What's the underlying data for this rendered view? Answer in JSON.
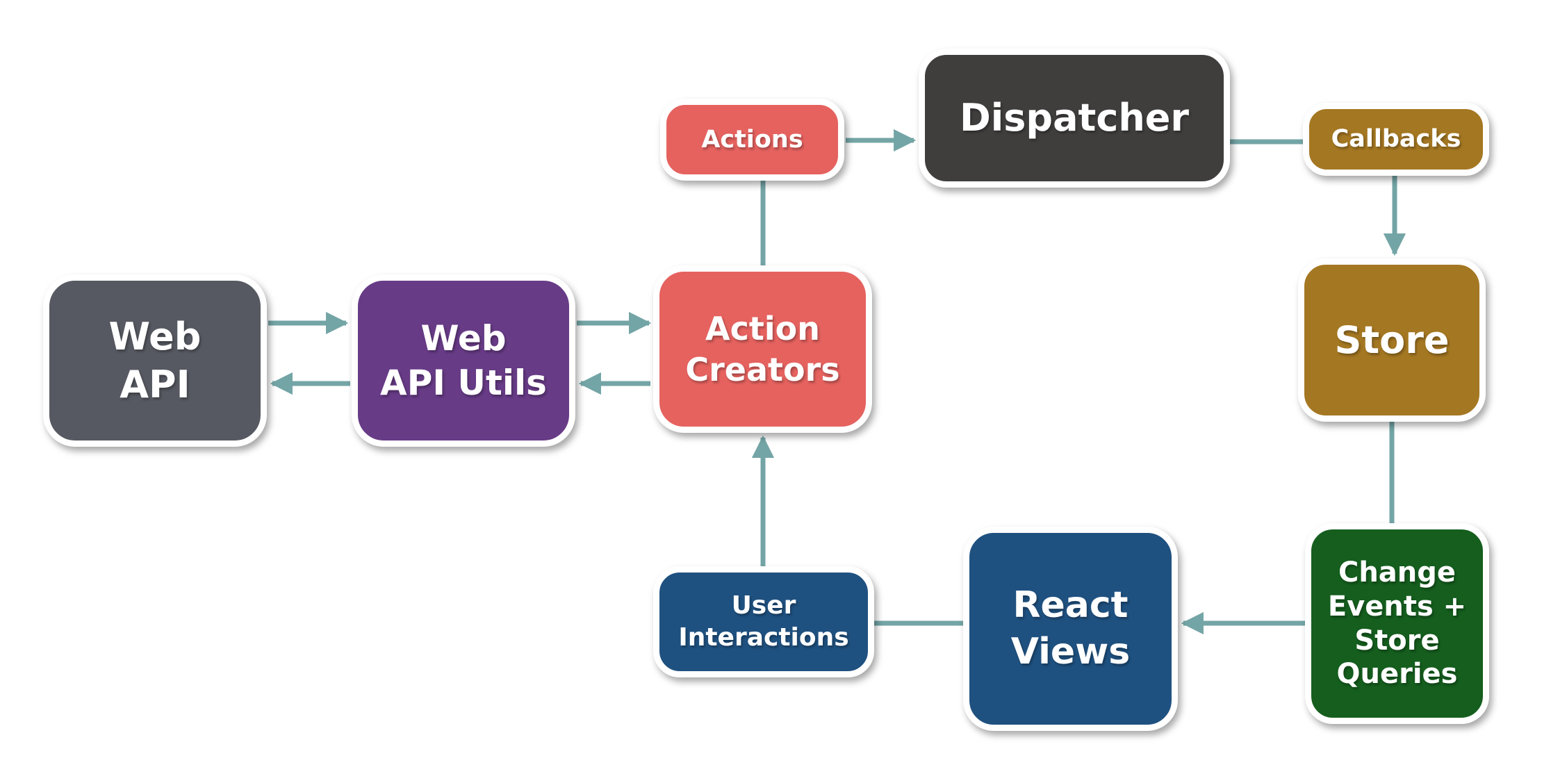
{
  "diagram": {
    "background": "#ffffff",
    "connector_color": "#74a5a6",
    "text_color": "#ffffff"
  },
  "nodes": {
    "web_api": {
      "label": "Web\nAPI",
      "color": "#565961"
    },
    "web_api_utils": {
      "label": "Web\nAPI Utils",
      "color": "#673b86"
    },
    "action_creators": {
      "label": "Action\nCreators",
      "color": "#e5625f"
    },
    "actions": {
      "label": "Actions",
      "color": "#e5625f"
    },
    "dispatcher": {
      "label": "Dispatcher",
      "color": "#403d3d"
    },
    "callbacks": {
      "label": "Callbacks",
      "color": "#a47722"
    },
    "store": {
      "label": "Store",
      "color": "#a47722"
    },
    "change_events": {
      "label": "Change\nEvents +\nStore\nQueries",
      "color": "#155e1e"
    },
    "react_views": {
      "label": "React\nViews",
      "color": "#1f5180"
    },
    "user_interactions": {
      "label": "User\nInteractions",
      "color": "#1f5180"
    }
  },
  "connections": [
    {
      "from": "web_api",
      "to": "web_api_utils",
      "arrowhead": true
    },
    {
      "from": "web_api_utils",
      "to": "web_api",
      "arrowhead": true
    },
    {
      "from": "web_api_utils",
      "to": "action_creators",
      "arrowhead": true
    },
    {
      "from": "action_creators",
      "to": "web_api_utils",
      "arrowhead": true
    },
    {
      "from": "action_creators",
      "to": "actions",
      "arrowhead": false
    },
    {
      "from": "actions",
      "to": "dispatcher",
      "arrowhead": true
    },
    {
      "from": "dispatcher",
      "to": "callbacks",
      "arrowhead": false
    },
    {
      "from": "callbacks",
      "to": "store",
      "arrowhead": true
    },
    {
      "from": "store",
      "to": "change_events",
      "arrowhead": false
    },
    {
      "from": "change_events",
      "to": "react_views",
      "arrowhead": true
    },
    {
      "from": "react_views",
      "to": "user_interactions",
      "arrowhead": false
    },
    {
      "from": "user_interactions",
      "to": "action_creators",
      "arrowhead": true
    }
  ]
}
